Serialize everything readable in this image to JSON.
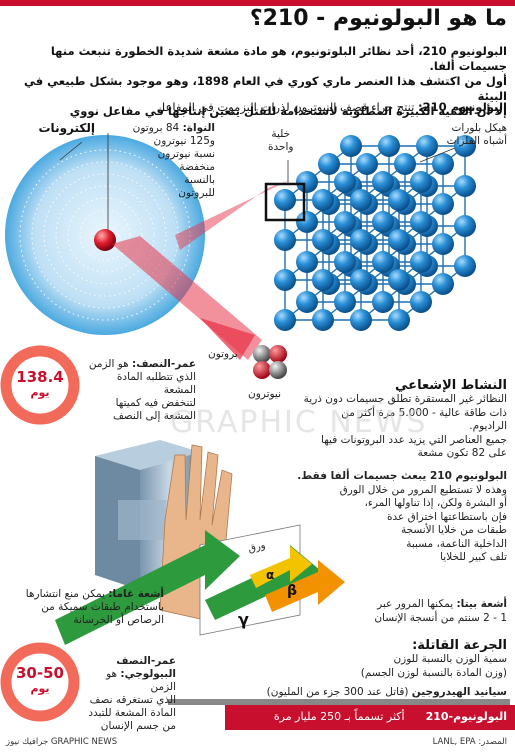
{
  "title": "ما هو البولونيوم - 210؟",
  "intro": [
    "البولونيوم 210، أحد نظائر البلوتونيوم، هو مادة مشعة شديدة الخطورة تنبعث منها جسيمات ألفا.",
    "أول من اكتشف هذا العنصر ماري كوري في العام 1898، وهو موجود بشكل طبيعي في البيئة",
    "إلا أن الكمية الكبيرة المطلوبة لاستخدامه للقتل يتعين إنتاجها في مفاعل نووي"
  ],
  "production": {
    "term": "البولونيوم 210:",
    "text": "تنتج جراء قصف النيوترون لذرات البزموت في المفاعل"
  },
  "atom": {
    "electrons_label": "إلكترونات",
    "nucleus_term": "النواة:",
    "nucleus_lines": [
      "84 بروتون",
      "و125 نيوترون",
      "نسبة نيوترون",
      "منخفضة",
      "بالنسبة",
      "للبروتون"
    ],
    "proton_label": "بروتون",
    "neutron_label": "نيوترون"
  },
  "crystal": {
    "unit_cell": [
      "خلية",
      "واحدة"
    ],
    "skeleton": [
      "هيكل بلورات",
      "أشباه الفلزات"
    ]
  },
  "radioactivity": {
    "heading": "النشاط الإشعاعي",
    "text": [
      "النظائر غير المستقرة تطلق جسيمات دون ذرية",
      "ذات طاقة عالية - 5.000 مرة أكثر من الراديوم.",
      "جميع العناصر التي يزيد عدد البروتونات فيها",
      "على 82 تكون مشعة"
    ]
  },
  "alpha": {
    "text": [
      "البولونيوم 210 يبعث جسيمات ألفا فقط.",
      "وهذه لا تستطيع المرور من خلال الورق",
      "أو البشرة ولكن، إذا تناولها المرء،",
      "فإن باستطاعتها اختراق عدة",
      "طبقات من خلايا الأنسجة",
      "الداخلية الناعمة، مسببة",
      "تلف كبير للخلايا"
    ]
  },
  "beta": {
    "term": "أشعة بيتا:",
    "text": [
      "يمكنها المرور عبر",
      "1 - 2 سنتم من أنسجة الإنسان"
    ]
  },
  "gamma": {
    "term": "أشعة غاما:",
    "text": [
      "يمكن منع انتشارها",
      "باستخدام طبقات سميكة من",
      "الرصاص أو الخرسانة"
    ]
  },
  "paper_label": "ورق",
  "greek": {
    "alpha": "α",
    "beta": "β",
    "gamma": "γ"
  },
  "half_life": {
    "value": "138.4",
    "unit": "يوم",
    "term": "عمر-النصف:",
    "text": [
      "هو الزمن",
      "الذي تتطلبه المادة المشعة",
      "لتنخفض فيه كميتها",
      "المشعة إلى النصف"
    ]
  },
  "bio_half_life": {
    "value": "30-50",
    "unit": "يوم",
    "term1": "عمر-النصف",
    "term2": "البيولوجي:",
    "text": [
      "هو الزمن",
      "الذي تستغرقه نصف",
      "المادة المشعة للتبدد",
      "من جسم الإنسان"
    ]
  },
  "lethal": {
    "heading": "الجرعة القاتلة:",
    "text": [
      "سمية الوزن بالنسبة للوزن",
      "(وزن المادة بالنسبة لوزن الجسم)"
    ]
  },
  "cyanide": {
    "name": "سيانيد الهيدروجين",
    "text": "(قاتل عند 300 جزء من المليون)"
  },
  "polonium_bar": {
    "name": "البولونيوم-210",
    "text": "أكثر تسمماً بـ 250 مليار مرة"
  },
  "footer": {
    "source": "المصدر: LANL, EPA",
    "credit": "جرافيك نيوز GRAPHIC NEWS"
  },
  "watermark": "GRAPHIC NEWS",
  "colors": {
    "red": "#c8102e",
    "atom_blue": "#4aa9e0",
    "sphere_blue": "#1e7fc4",
    "half_life_ring": "#f26a5a",
    "alpha": "#f4c300",
    "beta": "#f39200",
    "gamma": "#2e9a3e"
  }
}
